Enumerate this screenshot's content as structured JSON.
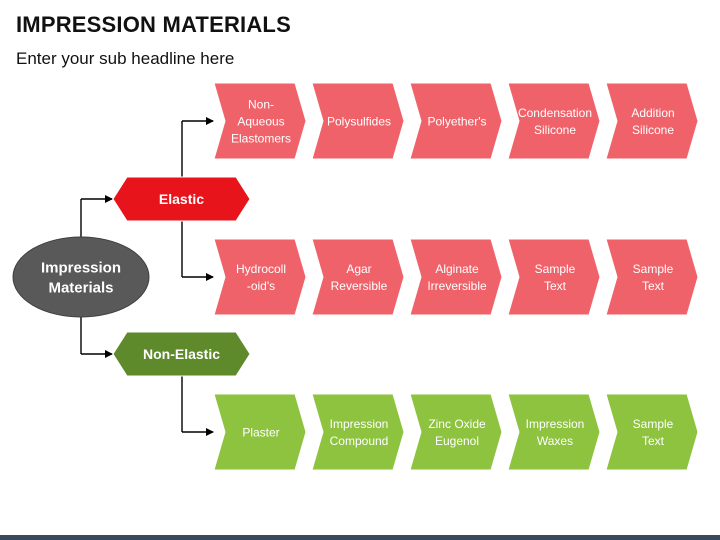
{
  "title": "IMPRESSION MATERIALS",
  "subtitle": "Enter your sub headline here",
  "root": {
    "label": "Impression\nMaterials",
    "color": "#595959"
  },
  "branches": [
    {
      "id": "elastic",
      "label": "Elastic",
      "color": "#e8141c",
      "rows": [
        {
          "color": "#f0626a",
          "items": [
            "Non-\nAqueous\nElastomers",
            "Polysulfides",
            "Polyether's",
            "Condensation\nSilicone",
            "Addition\nSilicone"
          ]
        },
        {
          "color": "#f0626a",
          "items": [
            "Hydrocoll\n-oid's",
            "Agar\nReversible",
            "Alginate\nIrreversible",
            "Sample\nText",
            "Sample\nText"
          ]
        }
      ]
    },
    {
      "id": "non-elastic",
      "label": "Non-Elastic",
      "color": "#5e8a2c",
      "rows": [
        {
          "color": "#8dc33f",
          "items": [
            "Plaster",
            "Impression\nCompound",
            "Zinc Oxide\nEugenol",
            "Impression\nWaxes",
            "Sample\nText"
          ]
        }
      ]
    }
  ]
}
